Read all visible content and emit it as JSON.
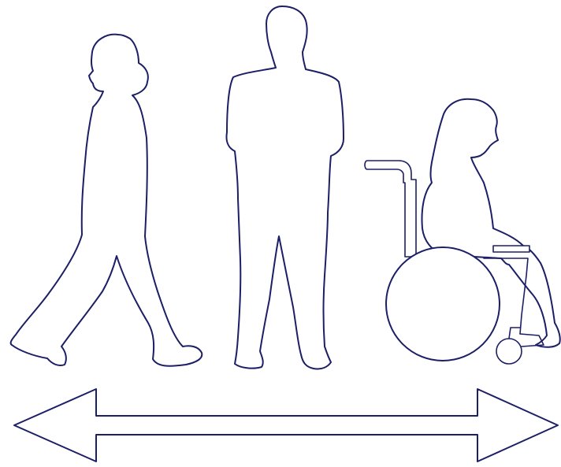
{
  "figures": [
    {
      "name": "walking-woman-figure",
      "description": ""
    },
    {
      "name": "standing-man-figure",
      "description": ""
    },
    {
      "name": "wheelchair-user-figure",
      "description": ""
    }
  ],
  "arrow": {
    "direction": "bidirectional",
    "orientation": "horizontal"
  },
  "colors": {
    "outline": "#1c1f66",
    "background": "#ffffff"
  }
}
